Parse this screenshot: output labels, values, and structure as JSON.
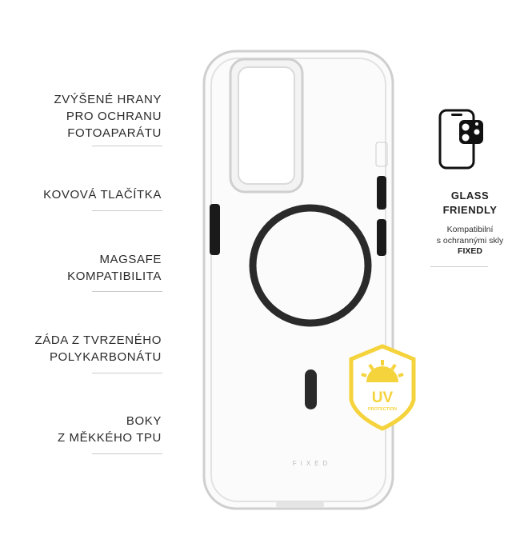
{
  "features": [
    {
      "label": "ZVÝŠENÉ HRANY\nPRO OCHRANU\nFOTOAPARÁTU"
    },
    {
      "label": "KOVOVÁ TLAČÍTKA"
    },
    {
      "label": "MAGSAFE\nKOMPATIBILITA"
    },
    {
      "label": "ZÁDA Z TVRZENÉHO\nPOLYKARBONÁTU"
    },
    {
      "label": "BOKY\nZ MĚKKÉHO TPU"
    }
  ],
  "glass_friendly": {
    "title": "GLASS\nFRIENDLY",
    "subtitle": "Kompatibilní\ns ochrannými skly",
    "brand": "FIXED",
    "icon": "phone-with-camera-glass-icon"
  },
  "uv_badge": {
    "title": "UV",
    "subtitle": "PROTECTION",
    "color": "#f5d33c",
    "icon": "sun-shield-icon"
  },
  "case_logo": "FIXED"
}
